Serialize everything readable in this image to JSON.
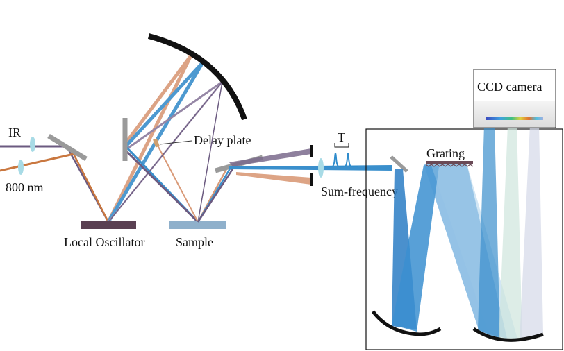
{
  "labels": {
    "ir": "IR",
    "nm800": "800 nm",
    "delay_plate": "Delay plate",
    "local_oscillator": "Local Oscillator",
    "sample": "Sample",
    "pulse_delay": "T",
    "sum_frequency": "Sum-frequency",
    "grating": "Grating",
    "ccd_camera": "CCD camera"
  },
  "colors": {
    "ir_beam": "#6b5a80",
    "nm800_beam": "#c9773f",
    "sfg_blue": "#2f8ccc",
    "mirror_gray": "#9a9a9a",
    "local_oscillator_bar": "#5a4052",
    "sample_bar": "#8fb0cb",
    "lens": "#a8dbe6"
  }
}
